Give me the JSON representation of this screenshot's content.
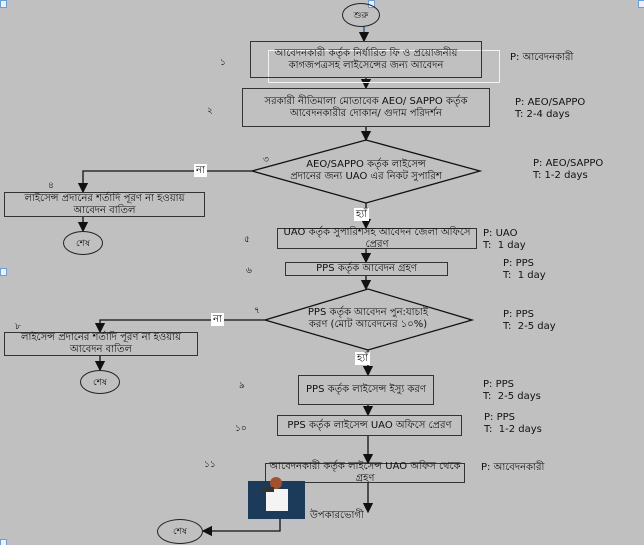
{
  "start_label": "শুরু",
  "end_label": "শেষ",
  "steps": [
    {
      "num": "১",
      "text": "আবেদনকারী কর্তৃক নির্ধারিত ফি ও প্রয়োজনীয় কাগজপত্রসহ লাইসেন্সের জন্য আবেদন",
      "p": "P: আবেদনকারী",
      "t": ""
    },
    {
      "num": "২",
      "text": "সরকারী নীতিমালা মোতাবেক AEO/ SAPPO কর্তৃক আবেদনকারীর দোকান/ গুদাম পরিদর্শন",
      "p": "P: AEO/SAPPO",
      "t": "T: 2-4 days"
    },
    {
      "num": "৩",
      "text": "AEO/SAPPO কর্তৃক লাইসেন্স প্রদানের জন্য UAO এর নিকট সুপারিশ",
      "p": "P: AEO/SAPPO",
      "t": "T: 1-2 days"
    },
    {
      "num": "৪",
      "text": "লাইসেন্স প্রদানের শর্তাদি পূরণ না হওয়ায়  আবেদন বাতিল"
    },
    {
      "num": "৫",
      "text": "UAO কর্তৃক সুপারিশসহ আবেদন জেলা অফিসে প্রেরণ",
      "p": "P: UAO",
      "t": "T:  1 day"
    },
    {
      "num": "৬",
      "text": "PPS কর্তৃক আবেদন গ্রহণ",
      "p": "P: PPS",
      "t": "T:  1 day"
    },
    {
      "num": "৭",
      "text": "PPS কর্তৃক আবেদন পুন:যাচাই করণ (মোট আবেদনের ১০%)",
      "p": "P: PPS",
      "t": "T:  2-5 day"
    },
    {
      "num": "৮",
      "text": "লাইসেন্স প্রদানের শর্তাদি পূরণ না হওয়ায়  আবেদন বাতিল"
    },
    {
      "num": "৯",
      "text": "PPS কর্তৃক লাইসেন্স ইস্যু করণ",
      "p": "P: PPS",
      "t": "T:  2-5 days"
    },
    {
      "num": "১০",
      "text": "PPS কর্তৃক লাইসেন্স UAO অফিসে প্রেরণ",
      "p": "P: PPS",
      "t": "T:  1-2 days"
    },
    {
      "num": "১১",
      "text": "আবেদনকারী কর্তৃক লাইসেন্স UAO অফিস থেকে গ্রহণ",
      "p": "P: আবেদনকারী",
      "t": ""
    }
  ],
  "no_label": "না",
  "yes_label": "হ্যাঁ",
  "beneficiary_label": "উপকারভোগী"
}
